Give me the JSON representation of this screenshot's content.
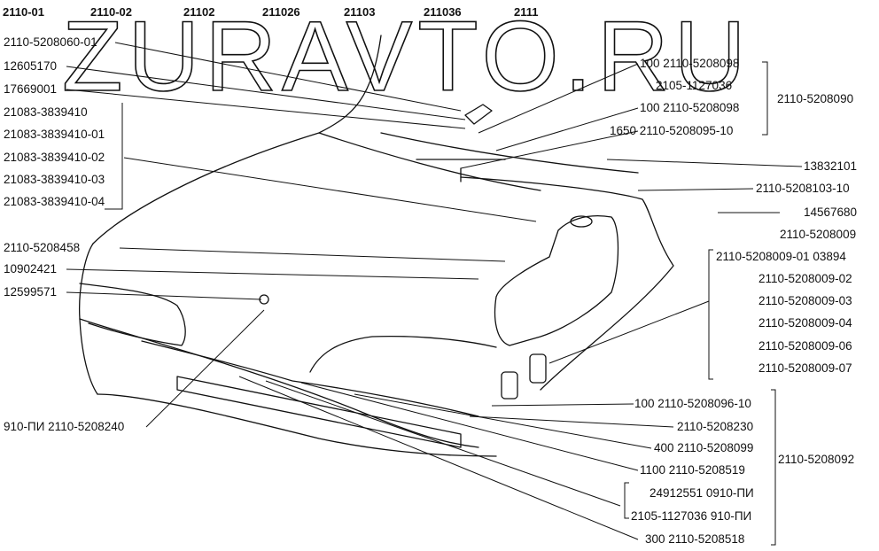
{
  "watermark": "ZURAVTO.RU",
  "models": [
    "2110-01",
    "2110-02",
    "21102",
    "211026",
    "21103",
    "211036",
    "2111"
  ],
  "left_labels": {
    "p1": "2110-5208060-01",
    "p2": "12605170",
    "p3": "17669001",
    "g1": [
      "21083-3839410",
      "21083-3839410-01",
      "21083-3839410-02",
      "21083-3839410-03",
      "21083-3839410-04"
    ],
    "p4": "2110-5208458",
    "p5": "10902421",
    "p6": "12599571",
    "p7": "910-ПИ 2110-5208240"
  },
  "right_labels": {
    "t1": "100 2110-5208098",
    "t2": "2105-1127036",
    "t3": "100 2110-5208098",
    "t4": "1650 2110-5208095-10",
    "t_group": "2110-5208090",
    "r1": "13832101",
    "r2": "2110-5208103-10",
    "r3": "14567680",
    "g2": [
      "2110-5208009",
      "2110-5208009-01 03894",
      "2110-5208009-02",
      "2110-5208009-03",
      "2110-5208009-04",
      "2110-5208009-06",
      "2110-5208009-07"
    ],
    "b1": "100 2110-5208096-10",
    "b2": "2110-5208230",
    "b3": "400 2110-5208099",
    "b4": "1100 2110-5208519",
    "b_group": "2110-5208092",
    "b5": "24912551 0910-ПИ",
    "b6": "2105-1127036 910-ПИ",
    "b7": "300 2110-5208518"
  }
}
